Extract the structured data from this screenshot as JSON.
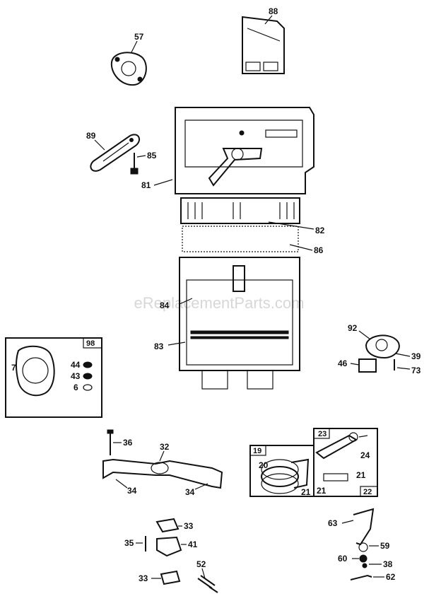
{
  "watermark": "eReplacementParts.com",
  "parts": {
    "p88": "88",
    "p57": "57",
    "p89": "89",
    "p85": "85",
    "p81": "81",
    "p82": "82",
    "p86": "86",
    "p84": "84",
    "p83": "83",
    "p92": "92",
    "p39": "39",
    "p46": "46",
    "p73": "73",
    "p98": "98",
    "p7": "7",
    "p44": "44",
    "p43": "43",
    "p6": "6",
    "p36": "36",
    "p32": "32",
    "p34a": "34",
    "p34b": "34",
    "p23": "23",
    "p24": "24",
    "p19": "19",
    "p20": "20",
    "p21a": "21",
    "p21b": "21",
    "p21c": "21",
    "p22": "22",
    "p33a": "33",
    "p35": "35",
    "p41": "41",
    "p52": "52",
    "p33b": "33",
    "p63": "63",
    "p59": "59",
    "p60": "60",
    "p38": "38",
    "p62": "62"
  }
}
